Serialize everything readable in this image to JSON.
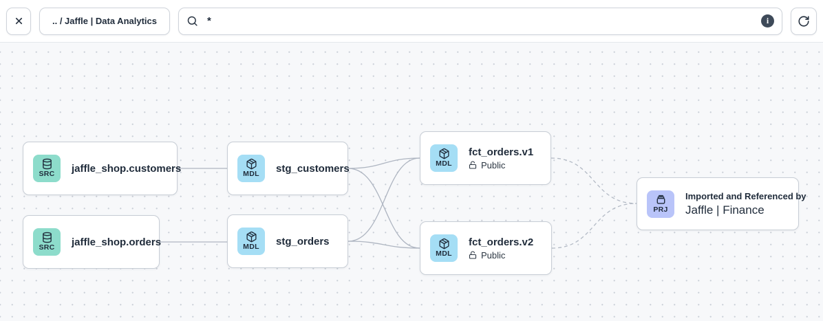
{
  "toolbar": {
    "breadcrumb": ".. / Jaffle | Data Analytics",
    "search": {
      "value": "*"
    },
    "info_glyph": "i"
  },
  "nodes": {
    "src_customers": {
      "badge": "SRC",
      "label": "jaffle_shop.customers"
    },
    "src_orders": {
      "badge": "SRC",
      "label": "jaffle_shop.orders"
    },
    "stg_customers": {
      "badge": "MDL",
      "label": "stg_customers"
    },
    "stg_orders": {
      "badge": "MDL",
      "label": "stg_orders"
    },
    "fct_orders_v1": {
      "badge": "MDL",
      "label": "fct_orders.v1",
      "access": "Public"
    },
    "fct_orders_v2": {
      "badge": "MDL",
      "label": "fct_orders.v2",
      "access": "Public"
    },
    "prj_finance": {
      "badge": "PRJ",
      "subtitle": "Imported and Referenced by",
      "label": "Jaffle | Finance"
    }
  },
  "edges": [
    {
      "from": "src_customers",
      "to": "stg_customers",
      "style": "solid"
    },
    {
      "from": "src_orders",
      "to": "stg_orders",
      "style": "solid"
    },
    {
      "from": "stg_customers",
      "to": "fct_orders_v1",
      "style": "solid"
    },
    {
      "from": "stg_customers",
      "to": "fct_orders_v2",
      "style": "solid"
    },
    {
      "from": "stg_orders",
      "to": "fct_orders_v1",
      "style": "solid"
    },
    {
      "from": "stg_orders",
      "to": "fct_orders_v2",
      "style": "solid"
    },
    {
      "from": "fct_orders_v1",
      "to": "prj_finance",
      "style": "dashed"
    },
    {
      "from": "fct_orders_v2",
      "to": "prj_finance",
      "style": "dashed"
    }
  ],
  "colors": {
    "source_badge": "#8ddccb",
    "model_badge": "#a5def5",
    "project_badge": "#b9c4f9",
    "edge": "#aeb5c1",
    "text": "#1f2b3a",
    "canvas_bg": "#f7f8fa"
  }
}
